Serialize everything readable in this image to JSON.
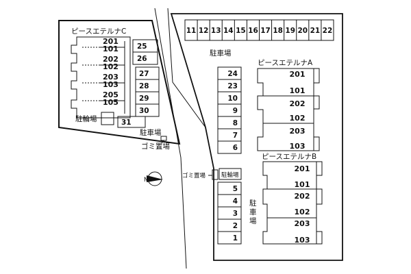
{
  "map": {
    "building_c": {
      "name": "ピースエテルナC",
      "units": [
        [
          "201",
          "101"
        ],
        [
          "202",
          "102"
        ],
        [
          "203",
          "103"
        ],
        [
          "205",
          "105"
        ]
      ]
    },
    "building_a": {
      "name": "ピースエテルナA",
      "units": [
        "201",
        "101",
        "202",
        "102",
        "203",
        "103"
      ]
    },
    "building_b": {
      "name": "ピースエテルナB",
      "units": [
        "201",
        "101",
        "202",
        "102",
        "203",
        "103"
      ]
    },
    "parking_top": [
      "11",
      "12",
      "13",
      "14",
      "15",
      "16",
      "17",
      "18",
      "19",
      "20",
      "21",
      "22"
    ],
    "parking_c_upper": [
      "25",
      "26"
    ],
    "parking_c_lower": [
      "27",
      "28",
      "29",
      "30"
    ],
    "parking_c_31": "31",
    "parking_mid": [
      "24",
      "23",
      "10",
      "9",
      "8",
      "7",
      "6"
    ],
    "parking_lower": [
      "5",
      "4",
      "3",
      "2",
      "1"
    ],
    "labels": {
      "parking_a": "駐車場",
      "parking_c": "駐車場",
      "parking_b": "駐\n車\n場",
      "bike_c": "駐輪場",
      "bike_ab": "駐輪場",
      "trash_c": "ゴミ置場",
      "trash_ab": "ゴミ置場"
    },
    "colors": {
      "line": "#111111",
      "background": "#ffffff"
    }
  }
}
